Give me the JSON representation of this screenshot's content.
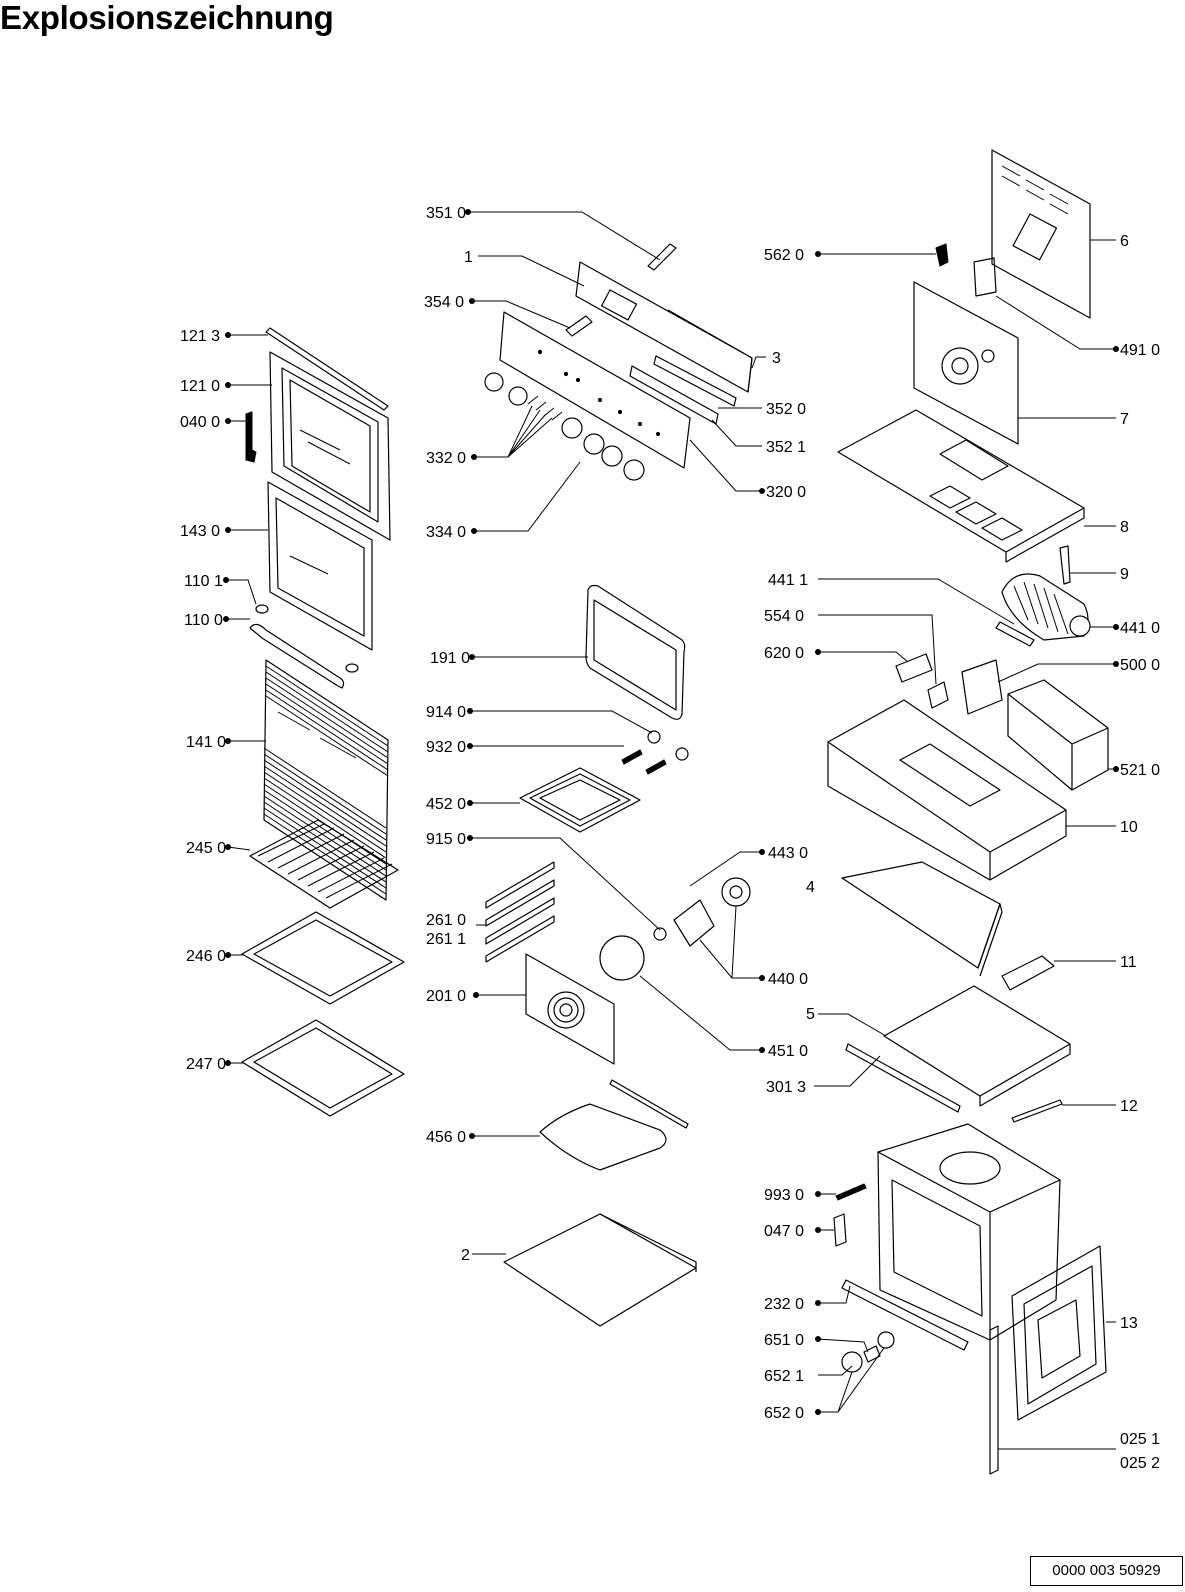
{
  "title": "Explosionszeichnung",
  "document_number": "0000 003 50929",
  "labels": {
    "p351": "351 0",
    "p1": "1",
    "p354": "354 0",
    "p3": "3",
    "p352_0": "352 0",
    "p352_1": "352 1",
    "p332": "332 0",
    "p320": "320 0",
    "p334": "334 0",
    "p121_3": "121 3",
    "p121_0": "121 0",
    "p040": "040 0",
    "p143": "143 0",
    "p110_1": "110 1",
    "p110_0": "110 0",
    "p141": "141 0",
    "p245": "245 0",
    "p246": "246 0",
    "p247": "247 0",
    "p191": "191 0",
    "p914": "914 0",
    "p932": "932 0",
    "p452": "452 0",
    "p915": "915 0",
    "p261_0": "261 0",
    "p261_1": "261 1",
    "p201": "201 0",
    "p456": "456 0",
    "p2": "2",
    "p443": "443 0",
    "p440": "440 0",
    "p451": "451 0",
    "p301": "301 3",
    "p4": "4",
    "p5": "5",
    "p562": "562 0",
    "p6": "6",
    "p491": "491 0",
    "p7": "7",
    "p8": "8",
    "p9": "9",
    "p441_1": "441 1",
    "p554": "554 0",
    "p441_0": "441 0",
    "p620": "620 0",
    "p500": "500 0",
    "p521": "521 0",
    "p10": "10",
    "p11": "11",
    "p12": "12",
    "p993": "993 0",
    "p047": "047 0",
    "p232": "232 0",
    "p651": "651 0",
    "p652_1": "652 1",
    "p652_0": "652 0",
    "p13": "13",
    "p025_1": "025 1",
    "p025_2": "025 2"
  }
}
